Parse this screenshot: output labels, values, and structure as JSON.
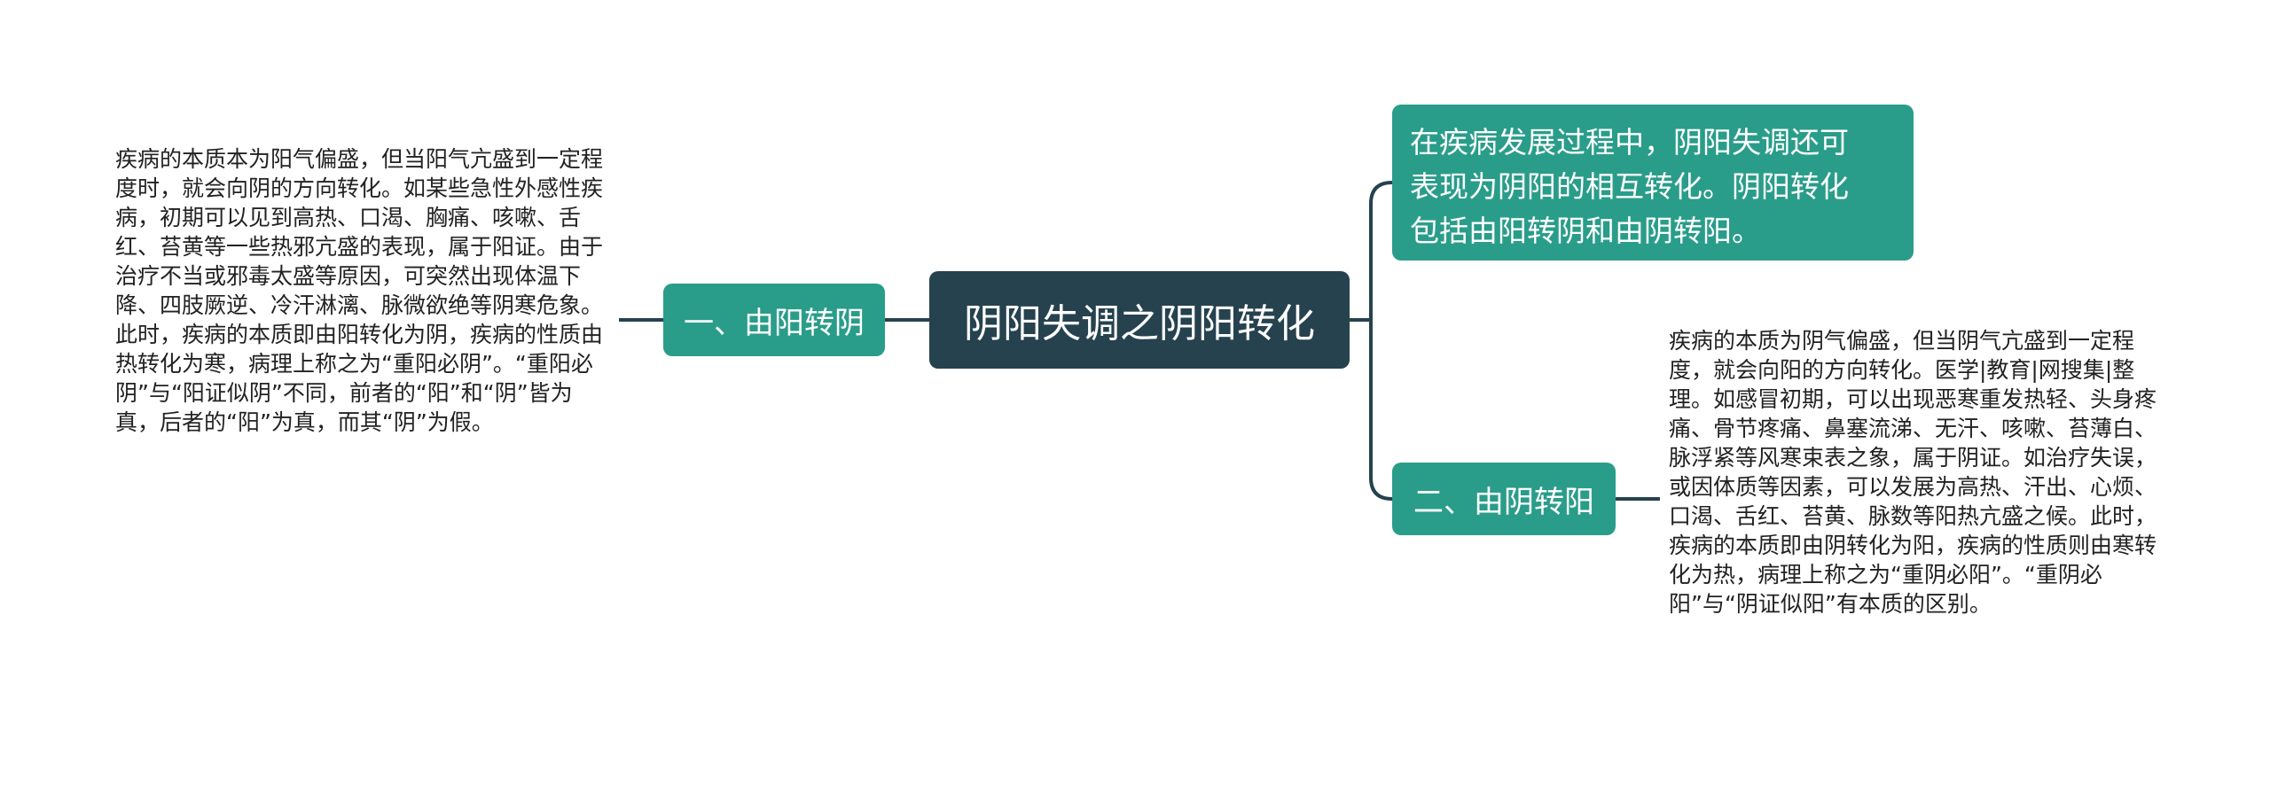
{
  "root": {
    "label": "阴阳失调之阴阳转化"
  },
  "branches": [
    {
      "label": "一、由阳转阴",
      "note": "疾病的本质本为阳气偏盛，但当阳气亢盛到一定程度时，就会向阴的方向转化。如某些急性外感性疾病，初期可以见到高热、口渴、胸痛、咳嗽、舌红、苔黄等一些热邪亢盛的表现，属于阳证。由于治疗不当或邪毒太盛等原因，可突然出现体温下降、四肢厥逆、冷汗淋漓、脉微欲绝等阴寒危象。此时，疾病的本质即由阳转化为阴，疾病的性质由热转化为寒，病理上称之为“重阳必阴”。“重阳必阴”与“阳证似阴”不同，前者的“阳”和“阴”皆为真，后者的“阳”为真，而其“阴”为假。"
    },
    {
      "label": "二、由阴转阳",
      "note": "疾病的本质为阴气偏盛，但当阴气亢盛到一定程度，就会向阳的方向转化。医学|教育|网搜集|整理。如感冒初期，可以出现恶寒重发热轻、头身疼痛、骨节疼痛、鼻塞流涕、无汗、咳嗽、苔薄白、脉浮紧等风寒束表之象，属于阴证。如治疗失误，或因体质等因素，可以发展为高热、汗出、心烦、口渴、舌红、苔黄、脉数等阳热亢盛之候。此时，疾病的本质即由阴转化为阳，疾病的性质则由寒转化为热，病理上称之为“重阴必阳”。“重阴必阳”与“阴证似阳”有本质的区别。"
    }
  ],
  "info": {
    "lines": [
      "在疾病发展过程中，阴阳失调还可",
      "表现为阴阳的相互转化。阴阳转化",
      "包括由阳转阴和由阴转阳。"
    ]
  },
  "colors": {
    "root_bg": "#26424f",
    "branch_bg": "#2a9d8a",
    "connector": "#26424f",
    "note_text": "#222222"
  }
}
